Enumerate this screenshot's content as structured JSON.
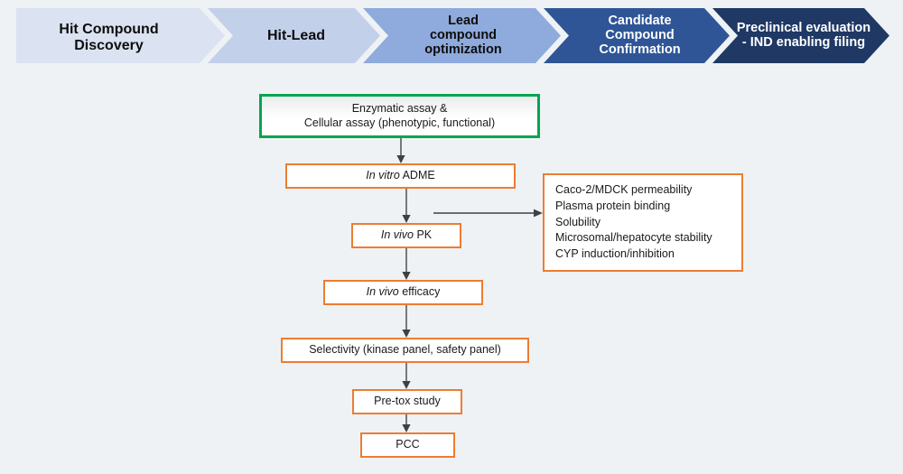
{
  "banner": {
    "name": "drug-discovery-stage-banner",
    "stages": [
      {
        "label": "Hit Compound\nDiscovery",
        "fill": "#dbe2f1",
        "text_color": "#0d0d0d",
        "font_size": 16
      },
      {
        "label": "Hit-Lead",
        "fill": "#c3d0ea",
        "text_color": "#0d0d0d",
        "font_size": 16
      },
      {
        "label": "Lead\ncompound\noptimization",
        "fill": "#8faadc",
        "text_color": "#0d0d0d",
        "font_size": 14.5
      },
      {
        "label": "Candidate\nCompound\nConfirmation",
        "fill": "#2f5597",
        "text_color": "#ffffff",
        "font_size": 14.5
      },
      {
        "label": "Preclinical evaluation\n- IND enabling filing",
        "fill": "#1f3864",
        "text_color": "#ffffff",
        "font_size": 14.5
      }
    ]
  },
  "flow": {
    "nodes": [
      {
        "id": "assay",
        "name": "node-enzymatic-cellular-assay",
        "text": "Enzymatic assay &\nCellular assay (phenotypic, functional)",
        "border_color": "#00a651",
        "style": "green"
      },
      {
        "id": "invitro",
        "name": "node-in-vitro-adme",
        "text_italic": "In vitro",
        "text_rest": " ADME",
        "border_color": "#ed7d31",
        "style": "orange"
      },
      {
        "id": "invivopk",
        "name": "node-in-vivo-pk",
        "text_italic": "In vivo",
        "text_rest": " PK",
        "border_color": "#ed7d31",
        "style": "orange"
      },
      {
        "id": "efficacy",
        "name": "node-in-vivo-efficacy",
        "text_italic": "In vivo",
        "text_rest": " efficacy",
        "border_color": "#ed7d31",
        "style": "orange"
      },
      {
        "id": "selectivity",
        "name": "node-selectivity",
        "text": "Selectivity (kinase panel, safety panel)",
        "border_color": "#ed7d31",
        "style": "orange"
      },
      {
        "id": "pretox",
        "name": "node-pre-tox-study",
        "text": "Pre-tox study",
        "border_color": "#ed7d31",
        "style": "orange"
      },
      {
        "id": "pcc",
        "name": "node-pcc",
        "text": "PCC",
        "border_color": "#ed7d31",
        "style": "orange"
      }
    ],
    "sidebox": {
      "name": "sidebox-adme-assays",
      "border_color": "#ed7d31",
      "lines": [
        "Caco-2/MDCK permeability",
        "Plasma protein binding",
        "Solubility",
        "Microsomal/hepatocyte stability",
        "CYP induction/inhibition"
      ]
    },
    "arrow_color": "#595959"
  },
  "colors": {
    "background": "#eff2f5",
    "orange": "#ed7d31",
    "green": "#00a651",
    "navy": "#1f3864"
  }
}
